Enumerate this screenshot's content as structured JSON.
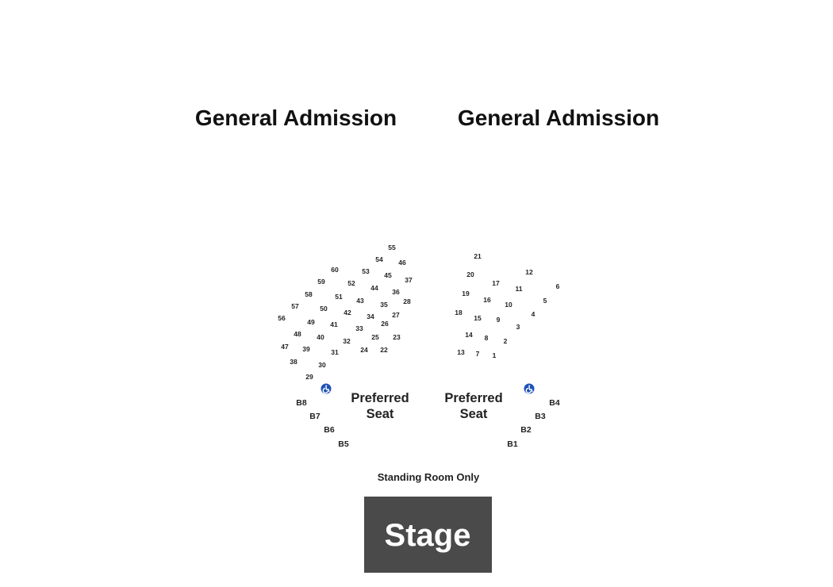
{
  "general_admission": {
    "left": "General Admission",
    "right": "General Admission"
  },
  "left_section": {
    "seats": [
      "55",
      "54",
      "46",
      "60",
      "53",
      "45",
      "59",
      "52",
      "37",
      "44",
      "36",
      "58",
      "51",
      "43",
      "28",
      "35",
      "57",
      "50",
      "42",
      "27",
      "34",
      "56",
      "49",
      "41",
      "26",
      "33",
      "48",
      "40",
      "25",
      "23",
      "32",
      "47",
      "39",
      "24",
      "22",
      "31",
      "38",
      "30",
      "29"
    ]
  },
  "right_section": {
    "seats": [
      "21",
      "12",
      "20",
      "17",
      "6",
      "11",
      "19",
      "16",
      "5",
      "10",
      "18",
      "4",
      "15",
      "9",
      "3",
      "14",
      "8",
      "2",
      "13",
      "7",
      "1"
    ]
  },
  "boxes": {
    "left": [
      "B8",
      "B7",
      "B6",
      "B5"
    ],
    "right": [
      "B4",
      "B3",
      "B2",
      "B1"
    ]
  },
  "preferred": {
    "left_line1": "Preferred",
    "left_line2": "Seat",
    "right_line1": "Preferred",
    "right_line2": "Seat"
  },
  "accessible_icon": "wheelchair-accessible-icon",
  "standing_room": "Standing Room Only",
  "stage": {
    "label": "Stage",
    "color": "#4a4a4a"
  },
  "colors": {
    "accessible": "#1f52b8",
    "text": "#222222"
  }
}
